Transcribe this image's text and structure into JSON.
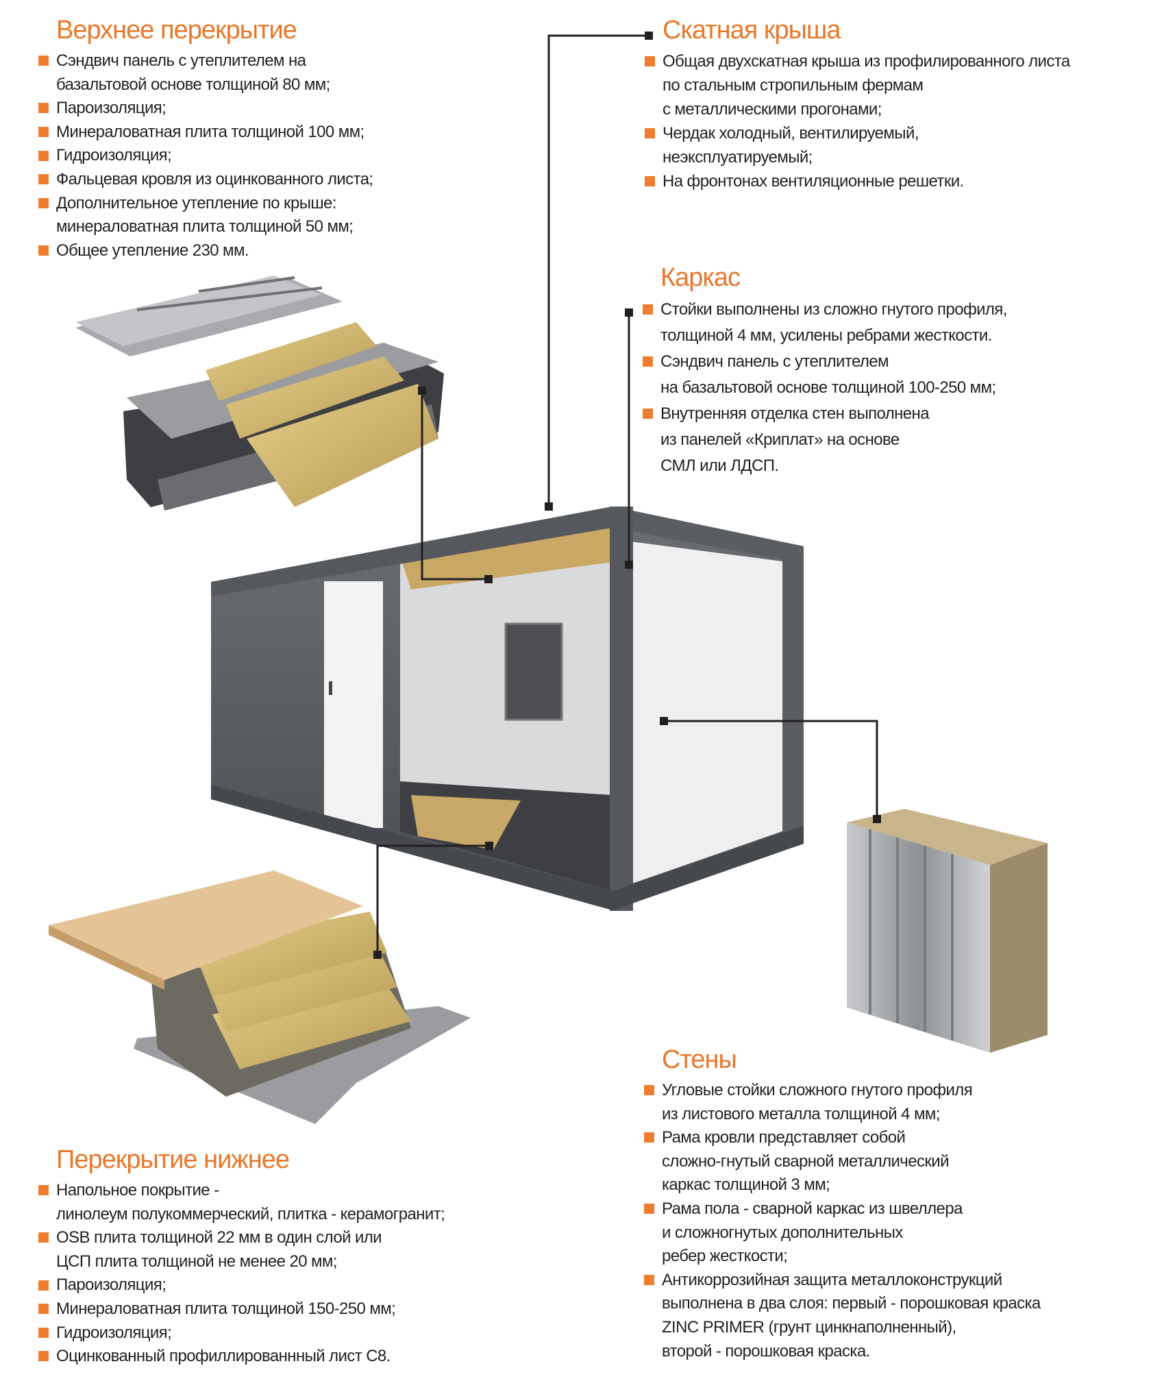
{
  "colors": {
    "accent": "#ee7d30",
    "heading": "#e8782a",
    "text": "#231f20",
    "connector": "#231f20"
  },
  "sections": {
    "upper_floor": {
      "title": "Верхнее перекрытие",
      "items": [
        [
          "Сэндвич панель с утеплителем на",
          "базальтовой основе толщиной 80 мм;"
        ],
        [
          "Пароизоляция;"
        ],
        [
          "Минераловатная плита толщиной 100 мм;"
        ],
        [
          "Гидроизоляция;"
        ],
        [
          "Фальцевая кровля из оцинкованного листа;"
        ],
        [
          "Дополнительное утепление по крыше:",
          "минераловатная плита толщиной 50 мм;"
        ],
        [
          "Общее утепление 230 мм."
        ]
      ]
    },
    "roof": {
      "title": "Скатная крыша",
      "items": [
        [
          "Общая двухскатная крыша из профилированного листа",
          "по стальным стропильным фермам",
          "с металлическими прогонами;"
        ],
        [
          "Чердак холодный, вентилируемый,",
          "неэксплуатируемый;"
        ],
        [
          "На фронтонах вентиляционные решетки."
        ]
      ]
    },
    "frame": {
      "title": "Каркас",
      "items": [
        [
          "Стойки выполнены из сложно гнутого профиля,",
          "толщиной 4 мм, усилены ребрами жесткости."
        ],
        [
          "Сэндвич панель с утеплителем",
          "на базальтовой основе толщиной 100-250 мм;"
        ],
        [
          "Внутренняя отделка стен выполнена",
          "из панелей «Криплат» на основе",
          "СМЛ или ЛДСП."
        ]
      ]
    },
    "walls": {
      "title": "Стены",
      "items": [
        [
          "Угловые стойки сложного гнутого профиля",
          "из листового металла толщиной 4 мм;"
        ],
        [
          "Рама кровли представляет собой",
          "сложно-гнутый сварной металлический",
          "каркас толщиной 3 мм;"
        ],
        [
          "Рама пола - сварной каркас из швеллера",
          "и сложногнутых дополнительных",
          "ребер жесткости;"
        ],
        [
          "Антикоррозийная защита металлоконструкций",
          "выполнена в два слоя: первый - порошковая краска",
          " ZINC PRIMER (грунт цинкнаполненный),",
          "второй - порошковая краска."
        ]
      ]
    },
    "lower_floor": {
      "title": "Перекрытие нижнее",
      "items": [
        [
          "Напольное покрытие -",
          "линолеум полукоммерческий, плитка - керамогранит;"
        ],
        [
          "OSB плита толщиной 22 мм в один слой или",
          "ЦСП плита толщиной не менее 20 мм;"
        ],
        [
          "Пароизоляция;"
        ],
        [
          "Минераловатная плита толщиной 150-250 мм;"
        ],
        [
          "Гидроизоляция;"
        ],
        [
          "Оцинкованный профиллированнный лист С8."
        ]
      ]
    }
  }
}
